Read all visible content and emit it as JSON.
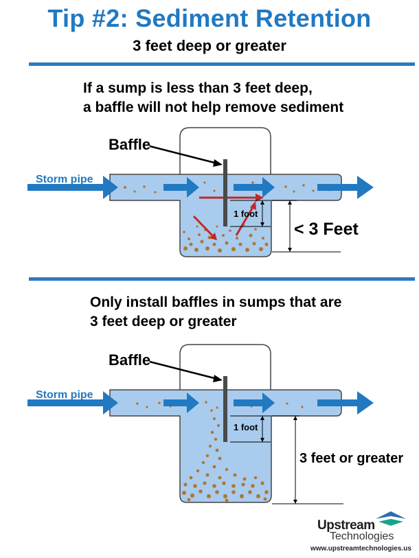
{
  "header": {
    "title": "Tip #2:  Sediment Retention",
    "subtitle": "3 feet deep or greater"
  },
  "section1": {
    "caption_line1": "If a sump is less than 3 feet deep,",
    "caption_line2": "a baffle will not help remove sediment",
    "baffle_label": "Baffle",
    "pipe_label": "Storm pipe",
    "foot_label": "1 foot",
    "depth_label": "< 3 Feet"
  },
  "section2": {
    "caption_line1": "Only install baffles in sumps that are",
    "caption_line2": "3 feet deep or greater",
    "baffle_label": "Baffle",
    "pipe_label": "Storm pipe",
    "foot_label": "1 foot",
    "depth_label": "3 feet or greater"
  },
  "branding": {
    "logo_word": "Upstream",
    "logo_sub": "Technologies",
    "url": "www.upstreamtechnologies.us"
  },
  "colors": {
    "title_blue": "#2179c2",
    "water": "#a9cbee",
    "flow_arrow": "#2179c2",
    "sediment": "#b0762e",
    "redirect_arrow": "#c0282b"
  }
}
